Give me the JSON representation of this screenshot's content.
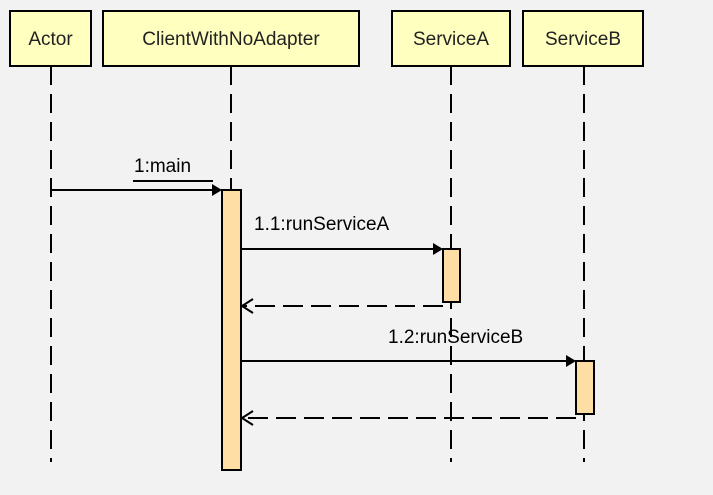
{
  "participants": [
    {
      "id": "actor",
      "label": "Actor"
    },
    {
      "id": "client",
      "label": "ClientWithNoAdapter"
    },
    {
      "id": "serviceA",
      "label": "ServiceA"
    },
    {
      "id": "serviceB",
      "label": "ServiceB"
    }
  ],
  "messages": [
    {
      "id": "m1",
      "label": "1:main",
      "from": "actor",
      "to": "client",
      "kind": "call"
    },
    {
      "id": "m11",
      "label": "1.1:runServiceA",
      "from": "client",
      "to": "serviceA",
      "kind": "call"
    },
    {
      "id": "r11",
      "label": "",
      "from": "serviceA",
      "to": "client",
      "kind": "return"
    },
    {
      "id": "m12",
      "label": "1.2:runServiceB",
      "from": "client",
      "to": "serviceB",
      "kind": "call"
    },
    {
      "id": "r12",
      "label": "",
      "from": "serviceB",
      "to": "client",
      "kind": "return"
    }
  ],
  "colors": {
    "background": "#f2f2f2",
    "participant_fill": "#ffffc0",
    "activation_fill": "#ffdea6",
    "line": "#000000"
  }
}
